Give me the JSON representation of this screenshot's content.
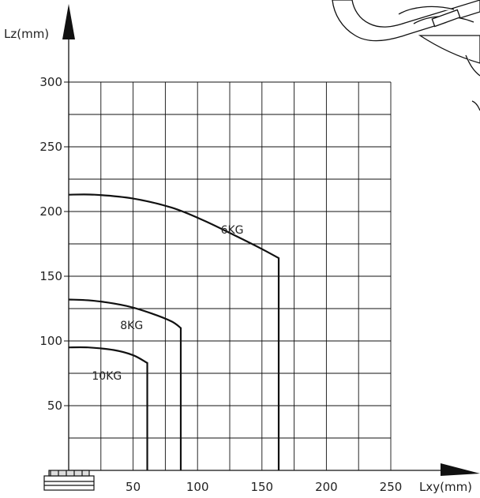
{
  "chart_data": {
    "type": "line",
    "title": "",
    "xlabel": "Lxy(mm)",
    "ylabel": "Lz(mm)",
    "xlim": [
      0,
      250
    ],
    "ylim": [
      0,
      300
    ],
    "x_ticks": [
      50,
      100,
      150,
      200,
      250
    ],
    "y_ticks": [
      50,
      100,
      150,
      200,
      250,
      300
    ],
    "grid": true,
    "x_grid_step": 25,
    "y_grid_step": 25,
    "colors": {
      "line": "#111111",
      "grid": "#111111",
      "text": "#222222"
    },
    "series": [
      {
        "name": "6KG",
        "points": [
          [
            0,
            213
          ],
          [
            20,
            213
          ],
          [
            50,
            210
          ],
          [
            80,
            203
          ],
          [
            105,
            193
          ],
          [
            130,
            181
          ],
          [
            150,
            171
          ],
          [
            163,
            164
          ],
          [
            163,
            0
          ]
        ],
        "label_at": [
          118,
          183
        ]
      },
      {
        "name": "8KG",
        "points": [
          [
            0,
            132
          ],
          [
            20,
            131
          ],
          [
            45,
            127
          ],
          [
            65,
            121
          ],
          [
            80,
            115
          ],
          [
            87,
            110
          ],
          [
            87,
            0
          ]
        ],
        "label_at": [
          40,
          109
        ]
      },
      {
        "name": "10KG",
        "points": [
          [
            0,
            95
          ],
          [
            15,
            95
          ],
          [
            35,
            93
          ],
          [
            50,
            89
          ],
          [
            61,
            83
          ],
          [
            61,
            0
          ]
        ],
        "label_at": [
          18,
          70
        ]
      }
    ]
  }
}
